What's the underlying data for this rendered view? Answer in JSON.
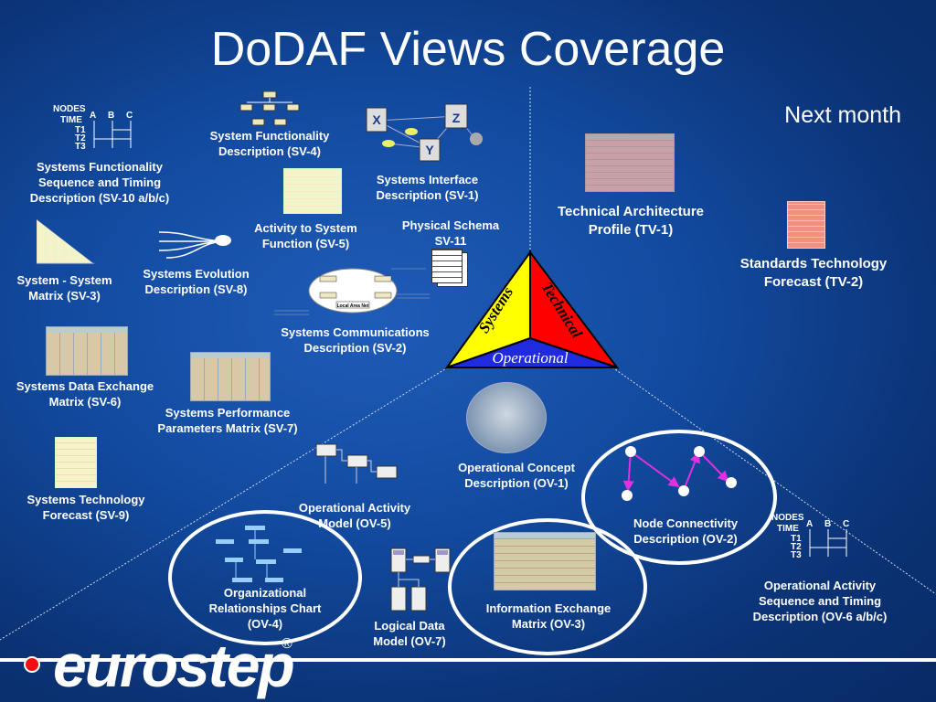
{
  "title": "DoDAF Views Coverage",
  "next_month": "Next month",
  "triangle": {
    "systems": "Systems",
    "technical": "Technical",
    "operational": "Operational",
    "colors": {
      "systems": "#ffff00",
      "technical": "#ff0000",
      "operational": "#1f2bdc"
    }
  },
  "timing_table": {
    "nodes": "NODES",
    "time": "TIME",
    "cols": [
      "A",
      "B",
      "C"
    ],
    "rows": [
      "T1",
      "T2",
      "T3"
    ]
  },
  "labels": {
    "sv10": "Systems Functionality Sequence and Timing Description (SV-10  a/b/c)",
    "sv4": "System Functionality Description (SV-4)",
    "sv1": "Systems Interface Description (SV-1)",
    "sv5": "Activity  to System Function (SV-5)",
    "sv11": "Physical Schema SV-11",
    "sv3": "System - System Matrix (SV-3)",
    "sv8": "Systems Evolution Description (SV-8)",
    "sv2": "Systems Communications Description (SV-2)",
    "sv6": "Systems Data Exchange Matrix (SV-6)",
    "sv7": "Systems Performance Parameters Matrix (SV-7)",
    "sv9": "Systems Technology Forecast (SV-9)",
    "tv1": "Technical Architecture Profile (TV-1)",
    "tv2": "Standards Technology Forecast (TV-2)",
    "ov1": "Operational Concept Description (OV-1)",
    "ov2": "Node Connectivity Description (OV-2)",
    "ov5": "Operational Activity Model (OV-5)",
    "ov4": "Organizational Relationships Chart (OV-4)",
    "ov7": "Logical Data Model (OV-7)",
    "ov3": "Information Exchange Matrix (OV-3)",
    "ov6": "Operational Activity Sequence and Timing Description (OV-6 a/b/c)"
  },
  "sv1_nodes": [
    "X",
    "Y",
    "Z"
  ],
  "sv2_inner": "Local Area Net",
  "logo": {
    "text": "eurostep",
    "reg": "®"
  }
}
